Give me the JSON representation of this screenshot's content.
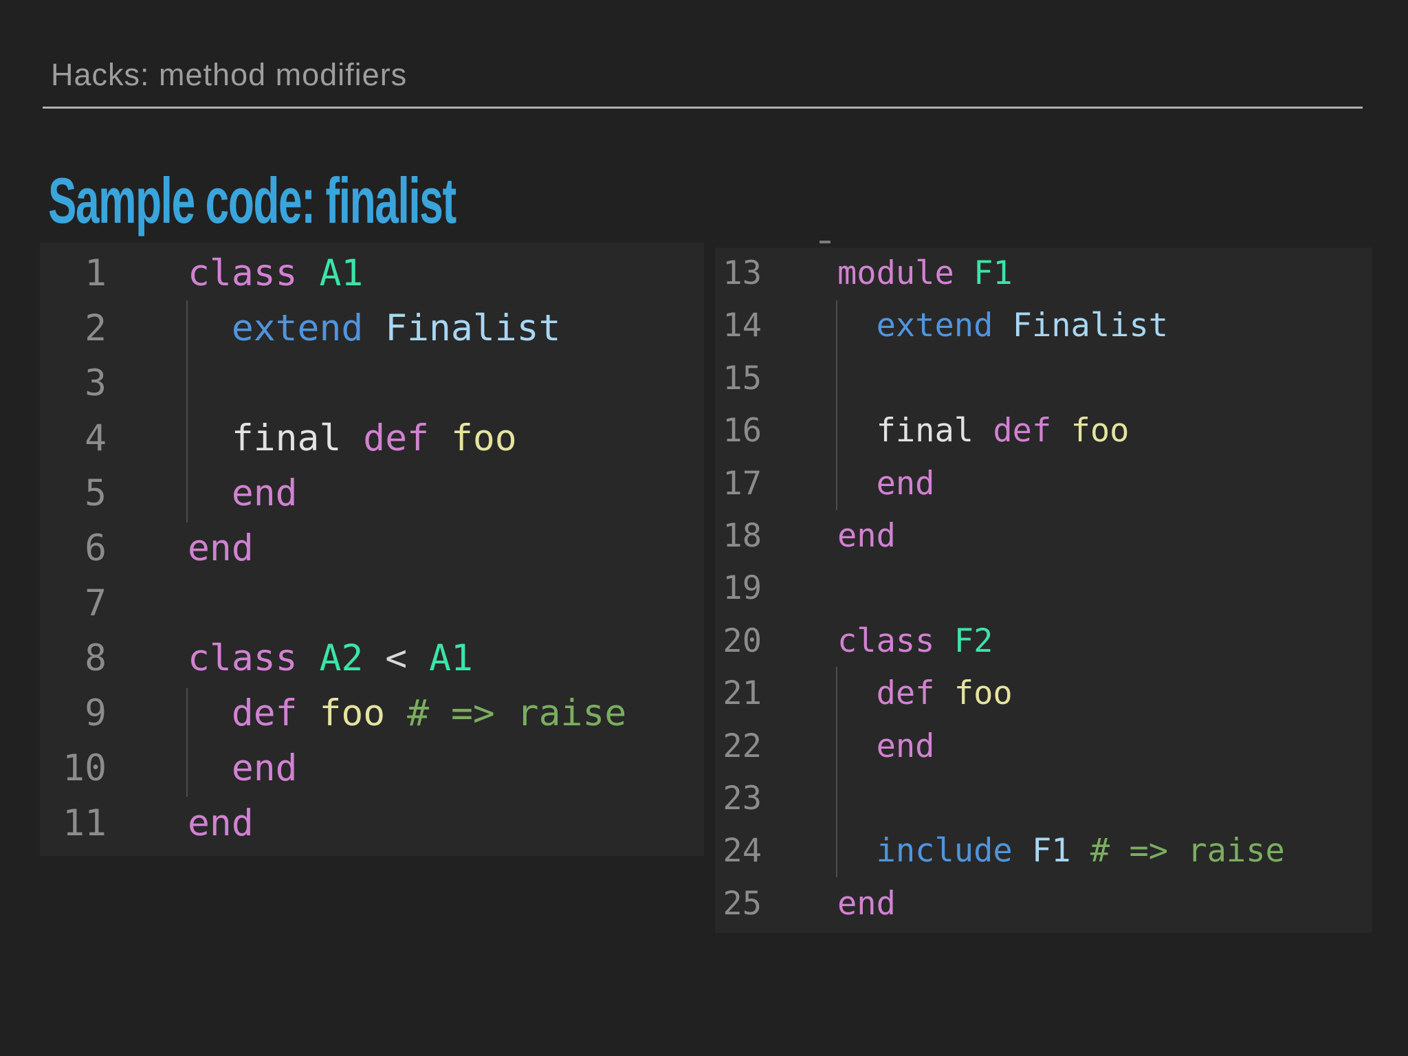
{
  "header": {
    "label": "Hacks: method modifiers"
  },
  "title": {
    "text": "Sample code: finalist"
  },
  "colors": {
    "slide_bg": "#212121",
    "block_bg": "#282828",
    "header_gray": "#9e9e9e",
    "rule_gray": "#b0b0b0",
    "title_blue": "#3aa5dc",
    "line_number": "#8c8c8c",
    "indent_guide": "#4d4d4d",
    "keyword": "#d282d2",
    "class_name": "#3ce4a8",
    "method_call": "#5095de",
    "constant": "#a8d7f3",
    "plain": "#e2e2e2",
    "function": "#e4e4a0",
    "operator": "#d8d8d8",
    "comment": "#7bae60"
  },
  "code_blocks": [
    {
      "name": "left",
      "lines": [
        {
          "no": "1",
          "tokens": [
            [
              "keyword",
              "class"
            ],
            [
              "plain",
              " "
            ],
            [
              "class_name",
              "A1"
            ]
          ]
        },
        {
          "no": "2",
          "tokens": [
            [
              "plain",
              "  "
            ],
            [
              "method_call",
              "extend"
            ],
            [
              "plain",
              " "
            ],
            [
              "constant",
              "Finalist"
            ]
          ]
        },
        {
          "no": "3",
          "tokens": []
        },
        {
          "no": "4",
          "tokens": [
            [
              "plain",
              "  final "
            ],
            [
              "keyword",
              "def"
            ],
            [
              "plain",
              " "
            ],
            [
              "function",
              "foo"
            ]
          ]
        },
        {
          "no": "5",
          "tokens": [
            [
              "plain",
              "  "
            ],
            [
              "keyword",
              "end"
            ]
          ]
        },
        {
          "no": "6",
          "tokens": [
            [
              "keyword",
              "end"
            ]
          ]
        },
        {
          "no": "7",
          "tokens": []
        },
        {
          "no": "8",
          "tokens": [
            [
              "keyword",
              "class"
            ],
            [
              "plain",
              " "
            ],
            [
              "class_name",
              "A2"
            ],
            [
              "plain",
              " "
            ],
            [
              "operator",
              "<"
            ],
            [
              "plain",
              " "
            ],
            [
              "class_name",
              "A1"
            ]
          ]
        },
        {
          "no": "9",
          "tokens": [
            [
              "plain",
              "  "
            ],
            [
              "keyword",
              "def"
            ],
            [
              "plain",
              " "
            ],
            [
              "function",
              "foo"
            ],
            [
              "plain",
              " "
            ],
            [
              "comment",
              "# => raise"
            ]
          ]
        },
        {
          "no": "10",
          "tokens": [
            [
              "plain",
              "  "
            ],
            [
              "keyword",
              "end"
            ]
          ]
        },
        {
          "no": "11",
          "tokens": [
            [
              "keyword",
              "end"
            ]
          ]
        }
      ]
    },
    {
      "name": "right",
      "lines": [
        {
          "no": "13",
          "tokens": [
            [
              "keyword",
              "module"
            ],
            [
              "plain",
              " "
            ],
            [
              "class_name",
              "F1"
            ]
          ]
        },
        {
          "no": "14",
          "tokens": [
            [
              "plain",
              "  "
            ],
            [
              "method_call",
              "extend"
            ],
            [
              "plain",
              " "
            ],
            [
              "constant",
              "Finalist"
            ]
          ]
        },
        {
          "no": "15",
          "tokens": []
        },
        {
          "no": "16",
          "tokens": [
            [
              "plain",
              "  final "
            ],
            [
              "keyword",
              "def"
            ],
            [
              "plain",
              " "
            ],
            [
              "function",
              "foo"
            ]
          ]
        },
        {
          "no": "17",
          "tokens": [
            [
              "plain",
              "  "
            ],
            [
              "keyword",
              "end"
            ]
          ]
        },
        {
          "no": "18",
          "tokens": [
            [
              "keyword",
              "end"
            ]
          ]
        },
        {
          "no": "19",
          "tokens": []
        },
        {
          "no": "20",
          "tokens": [
            [
              "keyword",
              "class"
            ],
            [
              "plain",
              " "
            ],
            [
              "class_name",
              "F2"
            ]
          ]
        },
        {
          "no": "21",
          "tokens": [
            [
              "plain",
              "  "
            ],
            [
              "keyword",
              "def"
            ],
            [
              "plain",
              " "
            ],
            [
              "function",
              "foo"
            ]
          ]
        },
        {
          "no": "22",
          "tokens": [
            [
              "plain",
              "  "
            ],
            [
              "keyword",
              "end"
            ]
          ]
        },
        {
          "no": "23",
          "tokens": []
        },
        {
          "no": "24",
          "tokens": [
            [
              "plain",
              "  "
            ],
            [
              "method_call",
              "include"
            ],
            [
              "plain",
              " "
            ],
            [
              "constant",
              "F1"
            ],
            [
              "plain",
              " "
            ],
            [
              "comment",
              "# => raise"
            ]
          ]
        },
        {
          "no": "25",
          "tokens": [
            [
              "keyword",
              "end"
            ]
          ]
        }
      ]
    }
  ]
}
